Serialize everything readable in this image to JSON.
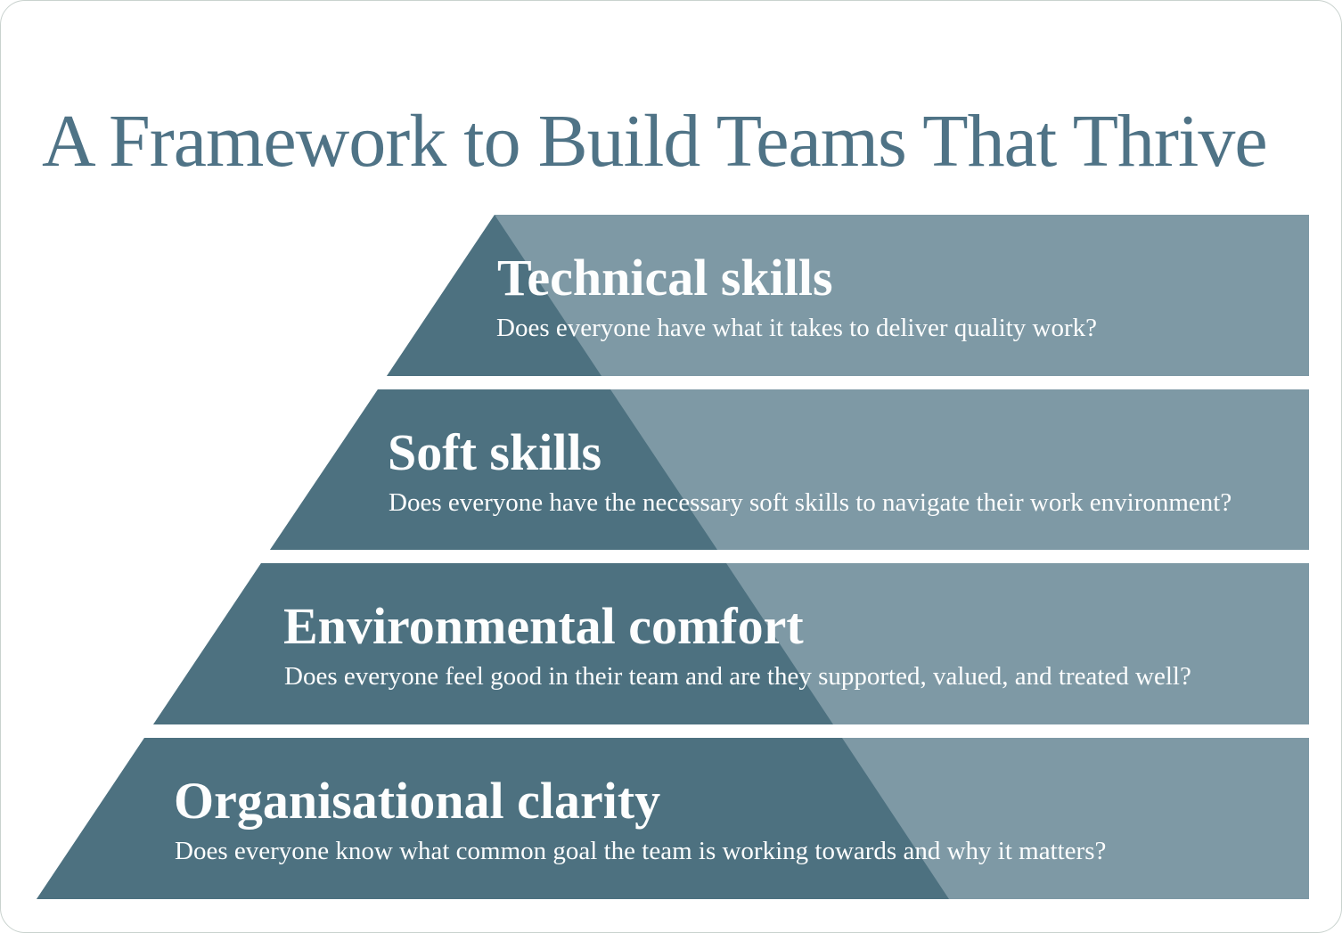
{
  "title": "A Framework to Build Teams That Thrive",
  "pyramid": {
    "levels": [
      {
        "heading": "Technical skills",
        "description": "Does everyone have what it takes to deliver quality work?"
      },
      {
        "heading": "Soft skills",
        "description": "Does everyone have the necessary soft skills to navigate their work environment?"
      },
      {
        "heading": "Environmental comfort",
        "description": "Does everyone feel good in their team and are they supported, valued, and treated well?"
      },
      {
        "heading": "Organisational clarity",
        "description": "Does everyone know what common goal the team is working towards and why it matters?"
      }
    ]
  },
  "colors": {
    "pyramid_dark": "#4d7180",
    "band_light": "#7e99a5",
    "title_text": "#4f7386",
    "level_text": "#fdfefe",
    "card_background": "#ffffff",
    "card_border": "#c9d2ce"
  }
}
